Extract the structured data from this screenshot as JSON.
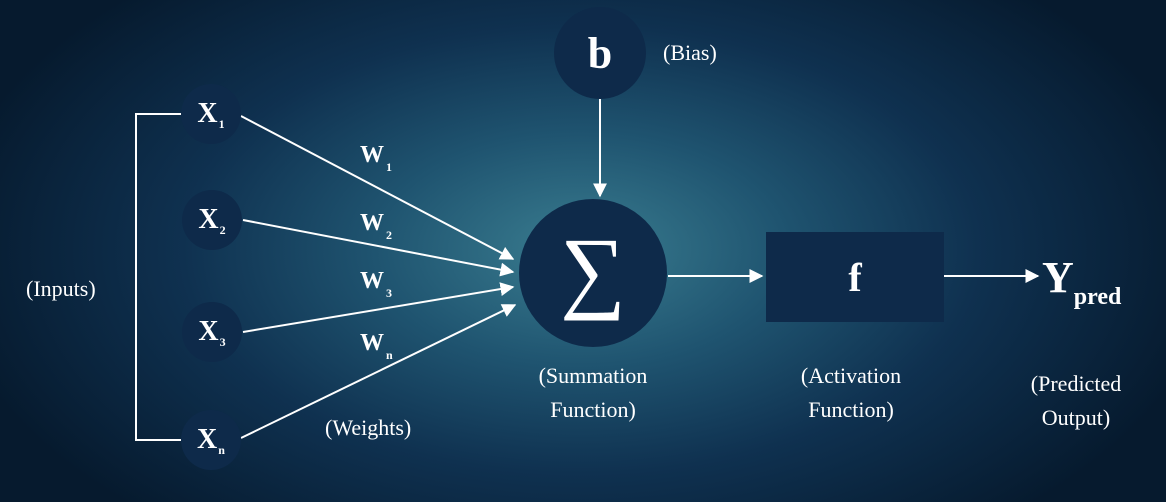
{
  "inputs": [
    {
      "symbol": "X",
      "sub": "1"
    },
    {
      "symbol": "X",
      "sub": "2"
    },
    {
      "symbol": "X",
      "sub": "3"
    },
    {
      "symbol": "X",
      "sub": "n"
    }
  ],
  "weights": [
    {
      "symbol": "W",
      "sub": "1"
    },
    {
      "symbol": "W",
      "sub": "2"
    },
    {
      "symbol": "W",
      "sub": "3"
    },
    {
      "symbol": "W",
      "sub": "n"
    }
  ],
  "labels": {
    "inputs": "(Inputs)",
    "weights": "(Weights)",
    "bias": "(Bias)",
    "summation_line1": "(Summation",
    "summation_line2": "Function)",
    "activation_line1": "(Activation",
    "activation_line2": "Function)",
    "predicted_line1": "(Predicted",
    "predicted_line2": "Output)"
  },
  "bias_symbol": "b",
  "sum_symbol": "∑",
  "activation_symbol": "f",
  "output": {
    "symbol": "Y",
    "sub": "pred"
  },
  "colors": {
    "node": "#0e2a4a",
    "line": "#ffffff",
    "text": "#ffffff"
  }
}
